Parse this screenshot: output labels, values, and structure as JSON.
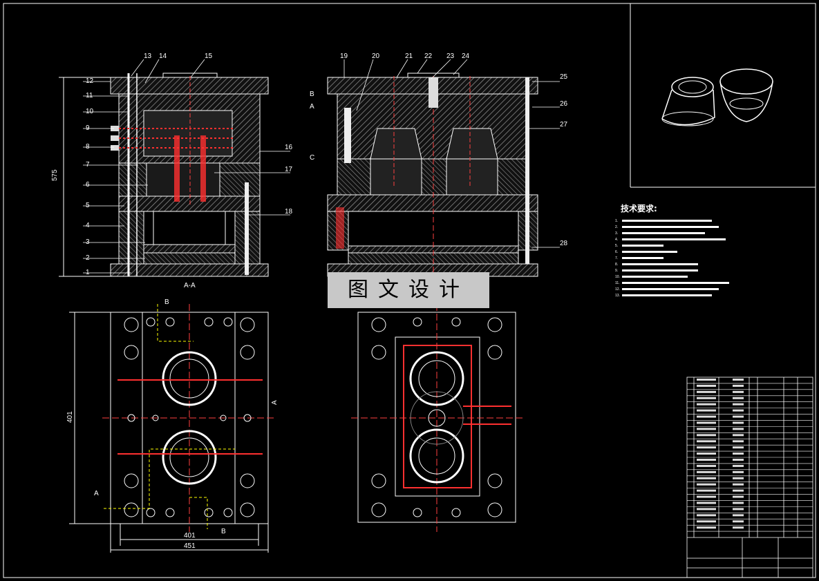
{
  "section_label": "A-A",
  "part_numbers": [
    "1",
    "2",
    "3",
    "4",
    "5",
    "6",
    "7",
    "8",
    "9",
    "10",
    "11",
    "12",
    "13",
    "14",
    "15",
    "16",
    "17",
    "18",
    "19",
    "20",
    "21",
    "22",
    "23",
    "24",
    "25",
    "26",
    "27",
    "28"
  ],
  "dimensions": {
    "height": "575",
    "plate_height": "401",
    "width_inner": "401",
    "width_outer": "451",
    "stroke_labels": [
      "B",
      "A",
      "C"
    ]
  },
  "section_marks": [
    "A",
    "A",
    "B",
    "B"
  ],
  "watermark": "图文设计",
  "tech_req_title": "技术要求:",
  "tech_req_lines": [
    "1.",
    "2.",
    "3.",
    "4.",
    "5.",
    "6.",
    "7.",
    "8.",
    "9.",
    "10.",
    "11.",
    "12.",
    "13."
  ],
  "title_block": {
    "row_count": 26
  },
  "colors": {
    "background": "#000000",
    "line": "#ffffff",
    "hatch": "#bdbdbd",
    "cooling": "#ff3030",
    "center_line": "#ff4040",
    "section_path": "#ffff00",
    "section_letters": "#ff40ff",
    "watermark_bg": "#c8c8c8"
  }
}
